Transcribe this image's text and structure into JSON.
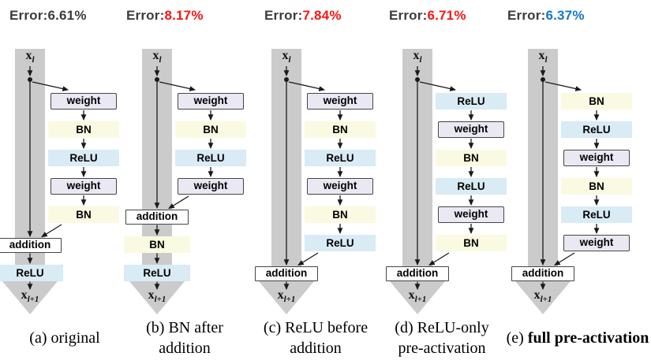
{
  "colors": {
    "trunk_gray": "#cbcbcb",
    "weight_fill": "#eae9f3",
    "weight_border": "#454545",
    "bn_fill": "#fafae2",
    "relu_fill": "#d9ebf4",
    "addition_fill": "#ffffff",
    "addition_border": "#454545",
    "line": "#1a1a1a",
    "error_text": "#3c3c3c",
    "error_red": "#fa1414",
    "error_blue": "#1577c8"
  },
  "columns": [
    {
      "id": "a",
      "error": {
        "label": "Error:",
        "value": "6.61%",
        "color_key": "error_text",
        "bold": false
      },
      "input": {
        "base": "x",
        "sub": "l"
      },
      "output": {
        "base": "x",
        "sub": "l+1"
      },
      "branch_blocks": [
        "weight",
        "BN",
        "ReLU",
        "weight",
        "BN"
      ],
      "addition_label": "addition",
      "trunk_blocks": [
        "ReLU"
      ],
      "caption": [
        [
          {
            "text": "(a) original",
            "bold": false
          }
        ]
      ]
    },
    {
      "id": "b",
      "error": {
        "label": "Error:",
        "value": "8.17%",
        "color_key": "error_red",
        "bold": false
      },
      "input": {
        "base": "x",
        "sub": "l"
      },
      "output": {
        "base": "x",
        "sub": "l+1"
      },
      "branch_blocks": [
        "weight",
        "BN",
        "ReLU",
        "weight"
      ],
      "addition_label": "addition",
      "trunk_blocks": [
        "BN",
        "ReLU"
      ],
      "caption": [
        [
          {
            "text": "(b) BN after",
            "bold": false
          }
        ],
        [
          {
            "text": "addition",
            "bold": false
          }
        ]
      ]
    },
    {
      "id": "c",
      "error": {
        "label": "Error:",
        "value": "7.84%",
        "color_key": "error_red",
        "bold": false
      },
      "input": {
        "base": "x",
        "sub": "l"
      },
      "output": {
        "base": "x",
        "sub": "l+1"
      },
      "branch_blocks": [
        "weight",
        "BN",
        "ReLU",
        "weight",
        "BN",
        "ReLU"
      ],
      "addition_label": "addition",
      "trunk_blocks": [],
      "caption": [
        [
          {
            "text": "(c) ReLU before",
            "bold": false
          }
        ],
        [
          {
            "text": "addition",
            "bold": false
          }
        ]
      ]
    },
    {
      "id": "d",
      "error": {
        "label": "Error:",
        "value": "6.71%",
        "color_key": "error_red",
        "bold": false
      },
      "input": {
        "base": "x",
        "sub": "l"
      },
      "output": {
        "base": "x",
        "sub": "l+1"
      },
      "branch_blocks": [
        "ReLU",
        "weight",
        "BN",
        "ReLU",
        "weight",
        "BN"
      ],
      "addition_label": "addition",
      "trunk_blocks": [],
      "caption": [
        [
          {
            "text": "(d) ReLU-only",
            "bold": false
          }
        ],
        [
          {
            "text": "pre-activation",
            "bold": false
          }
        ]
      ]
    },
    {
      "id": "e",
      "error": {
        "label": "Error:",
        "value": "6.37%",
        "color_key": "error_blue",
        "bold": true
      },
      "input": {
        "base": "x",
        "sub": "l"
      },
      "output": {
        "base": "x",
        "sub": "l+1"
      },
      "branch_blocks": [
        "BN",
        "ReLU",
        "weight",
        "BN",
        "ReLU",
        "weight"
      ],
      "addition_label": "addition",
      "trunk_blocks": [],
      "caption": [
        [
          {
            "text": "(e) ",
            "bold": false
          },
          {
            "text": "full pre-activation",
            "bold": true
          }
        ]
      ]
    }
  ]
}
